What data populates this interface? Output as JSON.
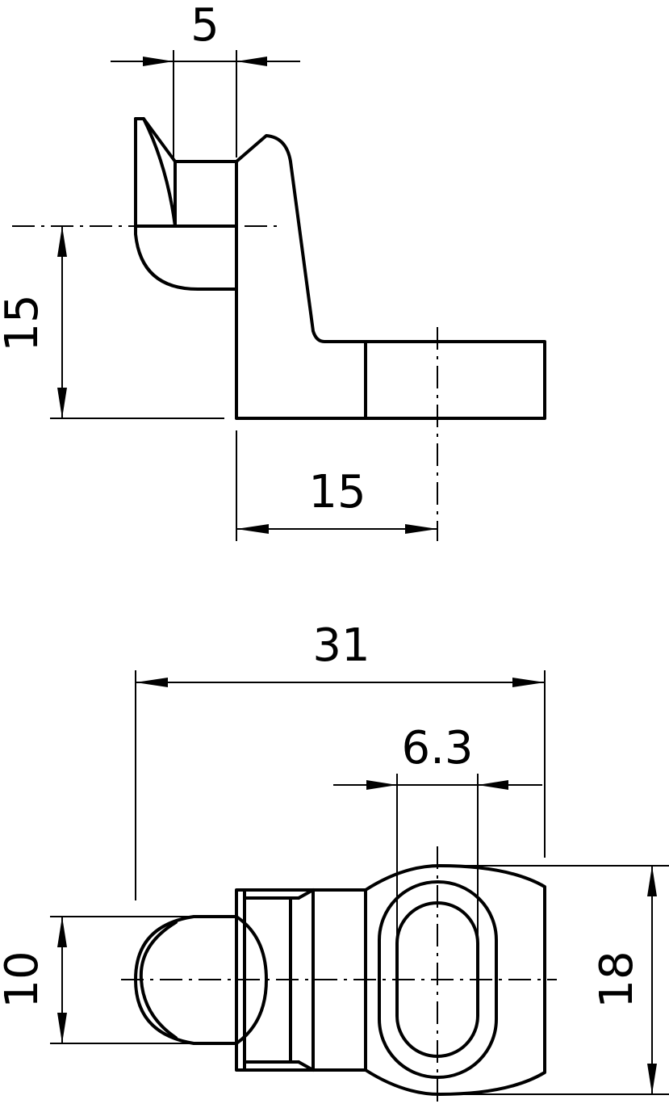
{
  "views": {
    "side": {
      "dimensions": {
        "top_width": "5",
        "height": "15",
        "base_width": "15"
      }
    },
    "top": {
      "dimensions": {
        "overall_length": "31",
        "slot_width": "6.3",
        "shank_height": "10",
        "head_height": "18"
      }
    }
  },
  "colors": {
    "line": "#000000",
    "background": "#ffffff"
  }
}
